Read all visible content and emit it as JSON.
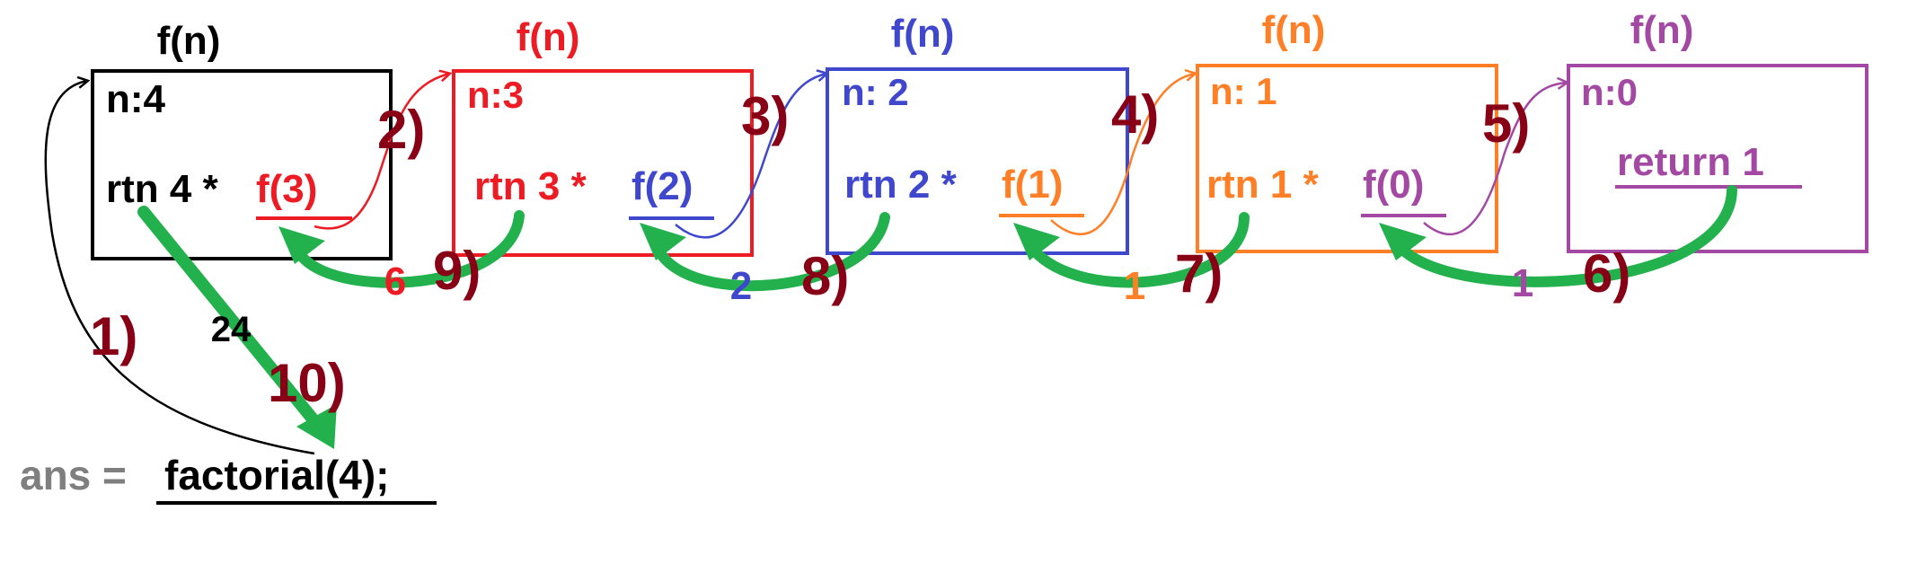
{
  "frames": [
    {
      "id": "n4",
      "title": "f(n)",
      "n_label": "n:4",
      "body_prefix": "rtn 4 *",
      "call": "f(3)",
      "color": "#000000",
      "call_color": "#ed1c24",
      "returned_value": "24"
    },
    {
      "id": "n3",
      "title": "f(n)",
      "n_label": "n:3",
      "body_prefix": "rtn 3 *",
      "call": "f(2)",
      "color": "#ed1c24",
      "call_color": "#3f48cc",
      "returned_value": "6"
    },
    {
      "id": "n2",
      "title": "f(n)",
      "n_label": "n: 2",
      "body_prefix": "rtn 2 *",
      "call": "f(1)",
      "color": "#3f48cc",
      "call_color": "#ff7f27",
      "returned_value": "2"
    },
    {
      "id": "n1",
      "title": "f(n)",
      "n_label": "n: 1",
      "body_prefix": "rtn 1 *",
      "call": "f(0)",
      "color": "#ff7f27",
      "call_color": "#a349a4",
      "returned_value": "1"
    },
    {
      "id": "n0",
      "title": "f(n)",
      "n_label": "n:0",
      "base_case": "return 1",
      "color": "#a349a4",
      "returned_value": "1"
    }
  ],
  "statement": {
    "prefix": "ans =",
    "call": "factorial(4);",
    "prefix_color": "#7f7f7f",
    "call_color": "#000000"
  },
  "steps": [
    "1)",
    "2)",
    "3)",
    "4)",
    "5)",
    "6)",
    "7)",
    "8)",
    "9)",
    "10)"
  ],
  "colors": {
    "step_label": "#880015",
    "return_arrow": "#22b14c",
    "initial_call_arrow": "#000000"
  }
}
